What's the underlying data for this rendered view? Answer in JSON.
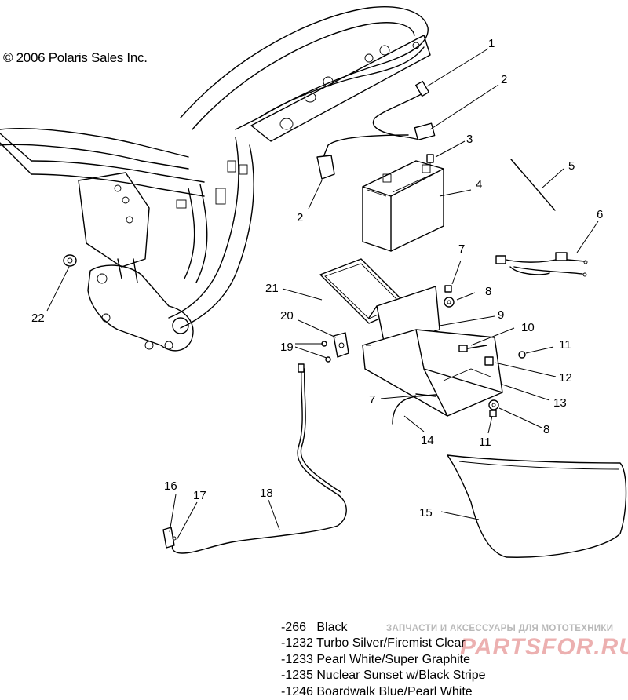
{
  "copyright": "© 2006 Polaris Sales Inc.",
  "callouts": {
    "c1": "1",
    "c2a": "2",
    "c2b": "2",
    "c3": "3",
    "c4": "4",
    "c5": "5",
    "c6": "6",
    "c7a": "7",
    "c7b": "7",
    "c8a": "8",
    "c8b": "8",
    "c9": "9",
    "c10": "10",
    "c11a": "11",
    "c11b": "11",
    "c12": "12",
    "c13": "13",
    "c14": "14",
    "c15": "15",
    "c16": "16",
    "c17": "17",
    "c18": "18",
    "c19": "19",
    "c20": "20",
    "c21": "21",
    "c22": "22"
  },
  "color_options": [
    "-266   Black",
    "-1232 Turbo Silver/Firemist Clear",
    "-1233 Pearl White/Super Graphite",
    "-1235 Nuclear Sunset w/Black Stripe",
    "-1246 Boardwalk Blue/Pearl White"
  ],
  "watermark": {
    "tagline": "ЗАПЧАСТИ И АКСЕССУАРЫ ДЛЯ МОТОТЕХНИКИ",
    "logo": "PARTSFOR.RU",
    "color": "#c81e1e"
  }
}
